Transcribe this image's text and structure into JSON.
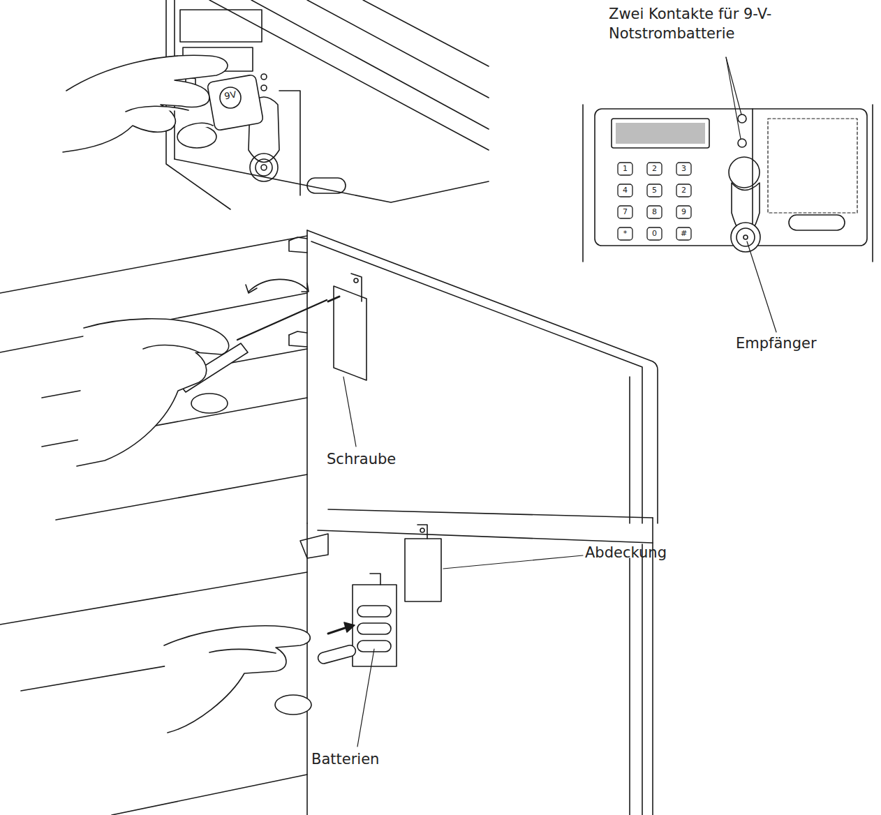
{
  "diagram": {
    "labels": [
      "9V",
      "Zwei Kontakte für 9-V-Notstrombatterie",
      "1",
      "2",
      "3",
      "4",
      "5",
      "2",
      "7",
      "8",
      "9",
      "*",
      "0",
      "#",
      "Empfänger",
      "Schraube",
      "Abdeckung",
      "Batterien"
    ]
  }
}
